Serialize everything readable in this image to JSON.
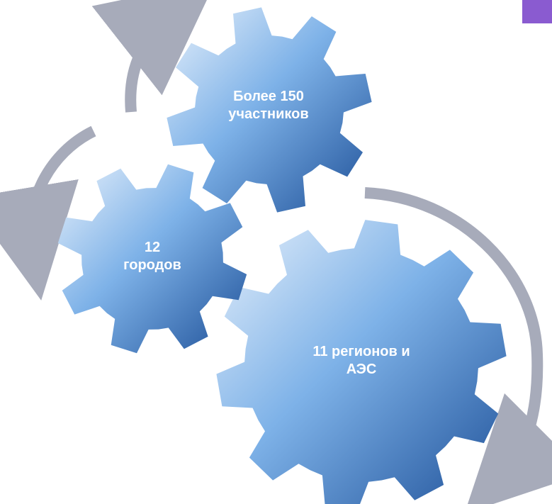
{
  "gears": {
    "large": {
      "line1": "11 регионов и",
      "line2": "АЭС"
    },
    "medium": {
      "line1": "Более 150",
      "line2": "участников"
    },
    "small": {
      "line1": "12",
      "line2": "городов"
    }
  },
  "colors": {
    "gear_light": "#dce9f7",
    "gear_mid": "#78aee6",
    "gear_dark": "#1f5199",
    "arrow": "#a7abba",
    "corner_tab": "#8a5bd0"
  },
  "icons": {
    "gear": "gear-icon",
    "arrow": "curved-arrow-icon"
  }
}
